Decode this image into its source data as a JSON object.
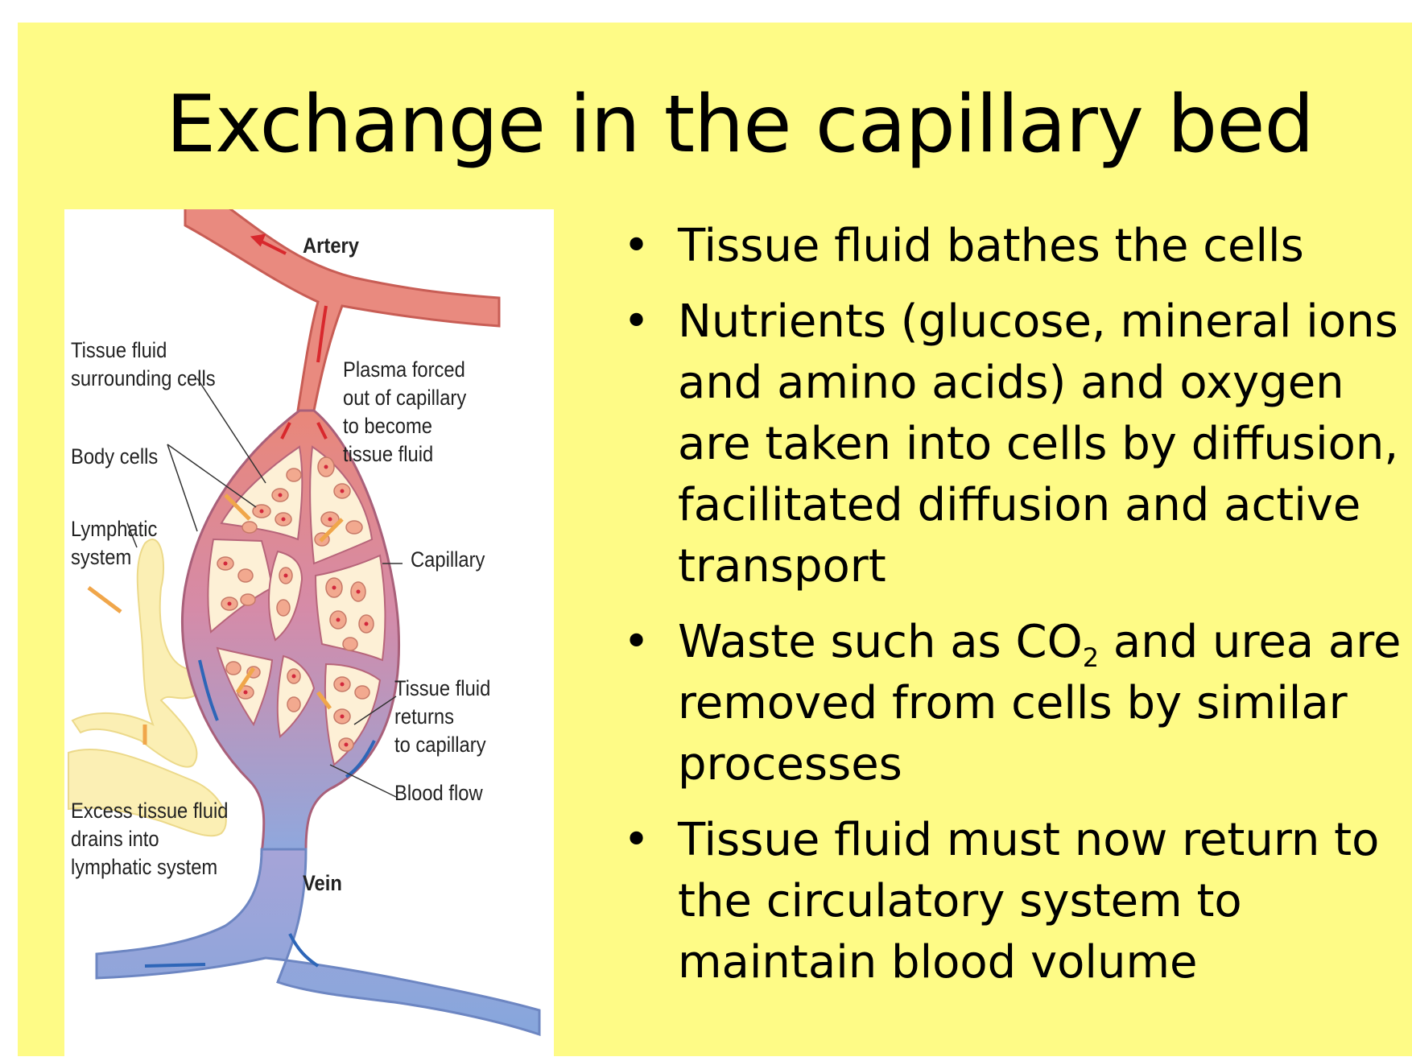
{
  "slide": {
    "title": "Exchange in the capillary bed",
    "background_color": "#fefb86"
  },
  "diagram": {
    "labels": {
      "artery": "Artery",
      "tissue_fluid_surrounding": "Tissue fluid\nsurrounding cells",
      "plasma_forced": "Plasma forced\nout of capillary\nto become\ntissue fluid",
      "body_cells": "Body cells",
      "lymphatic_system": "Lymphatic\nsystem",
      "capillary": "Capillary",
      "tissue_fluid_returns": "Tissue fluid\nreturns\nto capillary",
      "blood_flow": "Blood flow",
      "excess_tissue_fluid": "Excess tissue fluid\ndrains into\nlymphatic system",
      "vein": "Vein"
    },
    "colors": {
      "artery": "#e88a80",
      "vein": "#8aa7dc",
      "lymph": "#fbeeb0",
      "cells": "#f2a98f",
      "arrows_orange": "#f0a64a"
    }
  },
  "bullets": [
    {
      "text": "Tissue fluid bathes the cells"
    },
    {
      "text": "Nutrients (glucose, mineral ions and amino acids) and oxygen are taken into cells by diffusion, facilitated diffusion and active transport"
    },
    {
      "text_before": "Waste such as CO",
      "subscript": "2",
      "text_after": "  and urea are removed from cells by similar processes"
    },
    {
      "text": "Tissue fluid must now return to the circulatory system to maintain blood volume"
    }
  ],
  "bullet_symbol": "•"
}
